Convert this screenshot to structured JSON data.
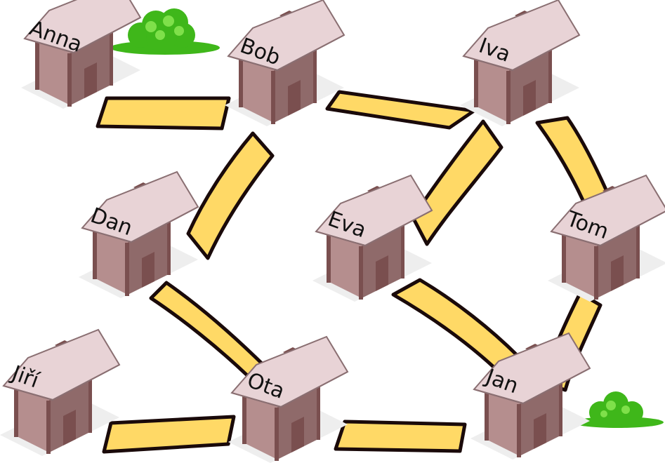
{
  "houses": [
    {
      "id": "anna",
      "name": "Anna"
    },
    {
      "id": "bob",
      "name": "Bob"
    },
    {
      "id": "iva",
      "name": "Iva"
    },
    {
      "id": "dan",
      "name": "Dan"
    },
    {
      "id": "eva",
      "name": "Eva"
    },
    {
      "id": "tom",
      "name": "Tom"
    },
    {
      "id": "jiri",
      "name": "Jiří"
    },
    {
      "id": "ota",
      "name": "Ota"
    },
    {
      "id": "jan",
      "name": "Jan"
    }
  ],
  "paths": [
    {
      "from": "anna",
      "to": "bob"
    },
    {
      "from": "bob",
      "to": "iva"
    },
    {
      "from": "bob",
      "to": "dan"
    },
    {
      "from": "iva",
      "to": "eva"
    },
    {
      "from": "iva",
      "to": "tom"
    },
    {
      "from": "dan",
      "to": "ota"
    },
    {
      "from": "eva",
      "to": "jan"
    },
    {
      "from": "tom",
      "to": "jan"
    },
    {
      "from": "jiri",
      "to": "ota"
    },
    {
      "from": "ota",
      "to": "jan"
    }
  ],
  "decorations": [
    {
      "kind": "bush-icon",
      "near": "anna"
    },
    {
      "kind": "bush-icon",
      "near": "jan"
    }
  ],
  "colors": {
    "path_fill": "#ffd966",
    "path_stroke": "#1a0a0a",
    "roof": "#e8d3d6",
    "wall_front": "#b58e8e",
    "wall_side": "#8f6a6a",
    "door": "#7a4f4f",
    "chimney": "#9b7474",
    "bush_dark": "#3fb71a",
    "bush_light": "#7fe04a",
    "shadow": "#eeeeee"
  }
}
